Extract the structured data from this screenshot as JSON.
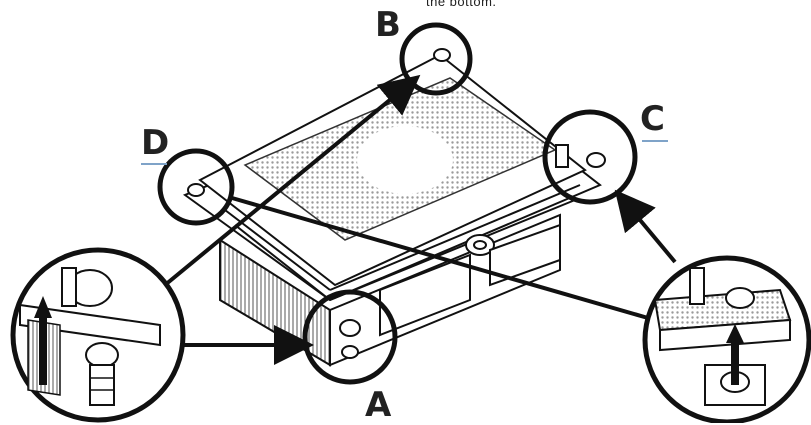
{
  "caption": "the bottom.",
  "labels": {
    "a": "A",
    "b": "B",
    "c": "C",
    "d": "D"
  },
  "icons": {
    "arrow": "up-arrow-icon"
  },
  "colors": {
    "ink": "#111111",
    "mesh": "#cfcfcf",
    "underline": "#7fa3c8"
  }
}
